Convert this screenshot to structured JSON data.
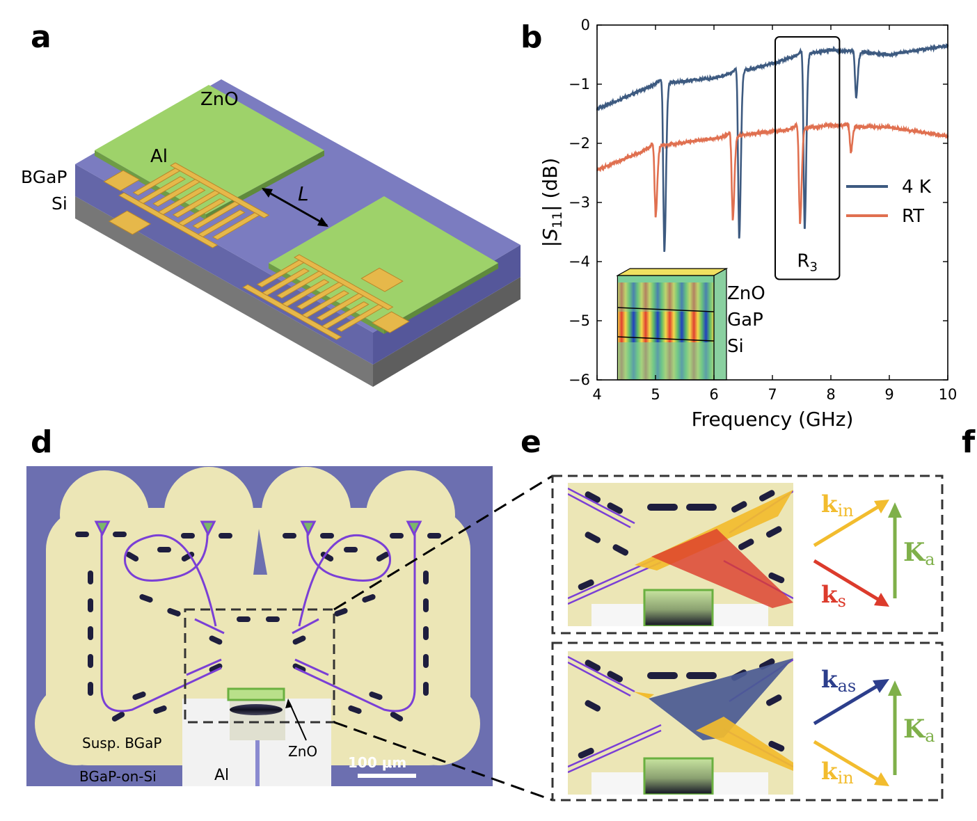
{
  "panels": {
    "a": "a",
    "b": "b",
    "d": "d",
    "e": "e",
    "f": "f"
  },
  "panel_a": {
    "labels": {
      "zno": "ZnO",
      "al": "Al",
      "bgap": "BGaP",
      "si": "Si",
      "length": "L"
    },
    "colors": {
      "bgap": "#7b7cc0",
      "si": "#8a8a8a",
      "zno": "#9ed26a",
      "al": "#e6b84a"
    }
  },
  "chart_data": {
    "type": "line",
    "xlabel": "Frequency (GHz)",
    "ylabel": "|S11| (dB)",
    "xlim": [
      4,
      10
    ],
    "ylim": [
      -6,
      0
    ],
    "xticks": [
      4,
      5,
      6,
      7,
      8,
      9,
      10
    ],
    "yticks": [
      0,
      -1,
      -2,
      -3,
      -4,
      -5,
      -6
    ],
    "legend_position": "right",
    "series": [
      {
        "name": "4 K",
        "color": "#3d5a80",
        "baseline": [
          [
            4.0,
            -1.42
          ],
          [
            5.0,
            -1.0
          ],
          [
            6.0,
            -0.9
          ],
          [
            7.0,
            -0.65
          ],
          [
            7.5,
            -0.5
          ],
          [
            8.0,
            -0.42
          ],
          [
            9.0,
            -0.5
          ],
          [
            10.0,
            -0.35
          ]
        ],
        "dips": [
          {
            "f0": 5.15,
            "depth": -3.85
          },
          {
            "f0": 6.43,
            "depth": -3.62
          },
          {
            "f0": 7.55,
            "depth": -3.46
          },
          {
            "f0": 8.43,
            "depth": -1.22
          }
        ]
      },
      {
        "name": "RT",
        "color": "#e07050",
        "baseline": [
          [
            4.0,
            -2.45
          ],
          [
            5.0,
            -2.05
          ],
          [
            6.0,
            -1.92
          ],
          [
            7.0,
            -1.8
          ],
          [
            8.0,
            -1.7
          ],
          [
            9.0,
            -1.73
          ],
          [
            10.0,
            -1.88
          ]
        ],
        "dips": [
          {
            "f0": 5.0,
            "depth": -3.25
          },
          {
            "f0": 6.32,
            "depth": -3.3
          },
          {
            "f0": 7.47,
            "depth": -3.38
          },
          {
            "f0": 8.34,
            "depth": -2.15
          }
        ]
      }
    ],
    "annotation_box": {
      "label": "R3",
      "x_range": [
        7.0,
        8.1
      ],
      "y_range": [
        -4.3,
        -0.2
      ]
    },
    "inset_labels": [
      "ZnO",
      "GaP",
      "Si"
    ]
  },
  "panel_d": {
    "labels": {
      "susp": "Susp. BGaP",
      "on_si": "BGaP-on-Si",
      "al": "Al",
      "zno": "ZnO",
      "scale": "100 μm"
    },
    "colors": {
      "background": "#6c6fb0",
      "membrane": "#ece6b6",
      "waveguide": "#7a3fd6"
    }
  },
  "panel_e": {
    "top": {
      "k_in": "k",
      "k_in_sub": "in",
      "k_s": "k",
      "k_s_sub": "s",
      "K_a": "K",
      "K_a_sub": "a"
    },
    "bottom": {
      "k_as": "k",
      "k_as_sub": "as",
      "k_in": "k",
      "k_in_sub": "in",
      "K_a": "K",
      "K_a_sub": "a"
    },
    "colors": {
      "in": "#f2bc2e",
      "s": "#dc3b2c",
      "as": "#2c3e8c",
      "Ka": "#7fb04a"
    }
  }
}
